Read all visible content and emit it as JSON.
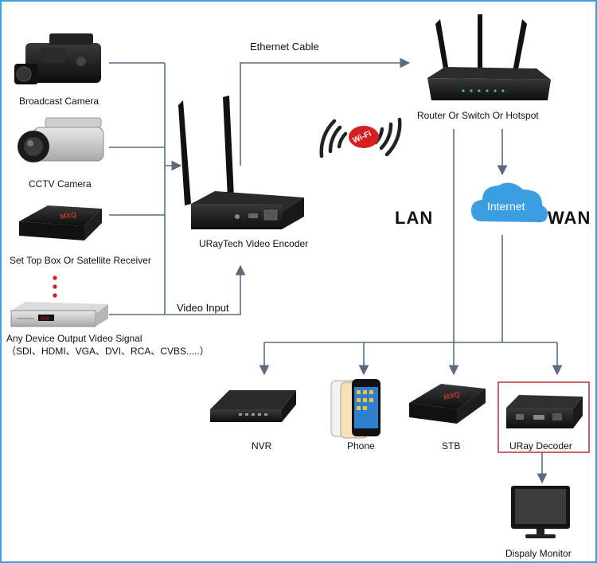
{
  "colors": {
    "connector": "#5a6b80",
    "frame": "#3aa0e0",
    "decoder_box": "#b22222",
    "cloud": "#3a9ee0",
    "wifi": "#222222"
  },
  "sources": {
    "broadcast_camera": "Broadcast Camera",
    "cctv_camera": "CCTV Camera",
    "set_top_box": "Set Top Box Or Satellite Receiver",
    "any_device": "Any Device Output Video Signal",
    "any_device_formats": "（SDI、HDMI、VGA、DVI、RCA、CVBS.....）"
  },
  "encoder": {
    "label": "URayTech Video Encoder"
  },
  "links": {
    "ethernet": "Ethernet Cable",
    "video_input": "Video Input"
  },
  "router": {
    "label": "Router Or Switch Or Hotspot"
  },
  "wifi": {
    "badge": "Wi-Fi"
  },
  "network": {
    "lan": "LAN",
    "wan": "WAN",
    "internet": "Internet"
  },
  "outputs": {
    "nvr": "NVR",
    "phone": "Phone",
    "stb": "STB",
    "decoder": "URay Decoder",
    "monitor": "Dispaly Monitor"
  }
}
